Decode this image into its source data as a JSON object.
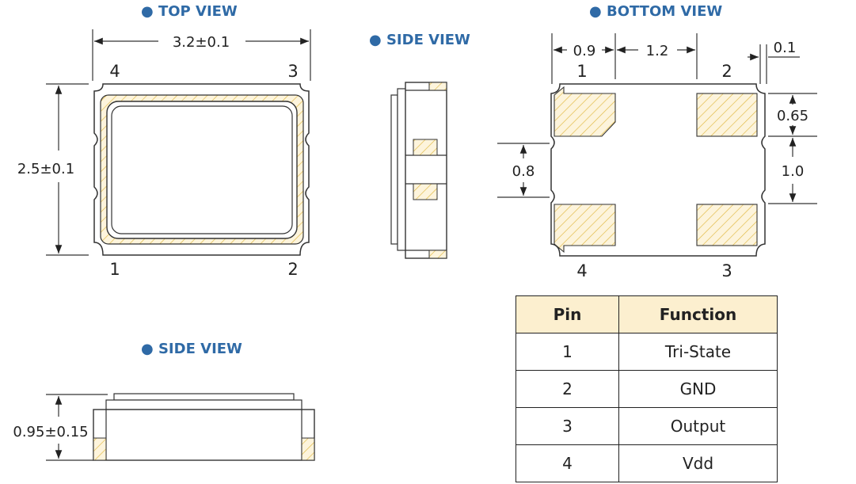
{
  "views": {
    "top_title": "● TOP VIEW",
    "side_title_1": "● SIDE VIEW",
    "bottom_title": "● BOTTOM VIEW",
    "side_title_2": "● SIDE VIEW"
  },
  "top_view": {
    "width_dim": "3.2±0.1",
    "height_dim": "2.5±0.1",
    "pin_labels": {
      "p4": "4",
      "p3": "3",
      "p1": "1",
      "p2": "2"
    }
  },
  "bottom_view": {
    "dim_a": "0.9",
    "dim_b": "1.2",
    "dim_c": "0.1",
    "dim_d": "0.65",
    "dim_e": "1.0",
    "dim_f": "0.8",
    "pin_labels": {
      "p1": "1",
      "p2": "2",
      "p4": "4",
      "p3": "3"
    }
  },
  "side_view": {
    "height_dim": "0.95±0.15"
  },
  "pin_table": {
    "headers": [
      "Pin",
      "Function"
    ],
    "rows": [
      [
        "1",
        "Tri-State"
      ],
      [
        "2",
        "GND"
      ],
      [
        "3",
        "Output"
      ],
      [
        "4",
        "Vdd"
      ]
    ]
  },
  "colors": {
    "title": "#2f6aa6",
    "pad_fill": "#fbe8b4",
    "hatch": "#e0b840",
    "table_header": "#fcefcf"
  }
}
